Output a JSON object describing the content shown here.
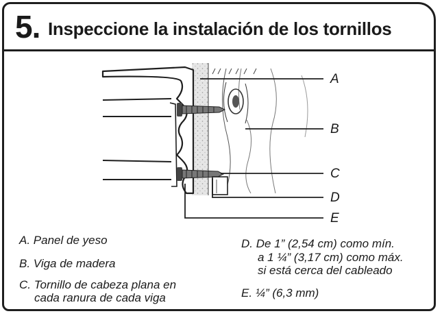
{
  "header": {
    "step_number": "5.",
    "title": "Inspeccione la instalación de los tornillos"
  },
  "callouts": [
    "A",
    "B",
    "C",
    "D",
    "E"
  ],
  "legend": {
    "a": "A. Panel de yeso",
    "b": "B. Viga de madera",
    "c1": "C.  Tornillo de cabeza plana en",
    "c2": "cada ranura de cada viga",
    "d1": "D.  De 1” (2,54 cm) como mín.",
    "d2": "a 1 ¼” (3,17 cm) como máx.",
    "d3": "si está cerca del cableado",
    "e": "E. ¼” (6,3 mm)"
  }
}
